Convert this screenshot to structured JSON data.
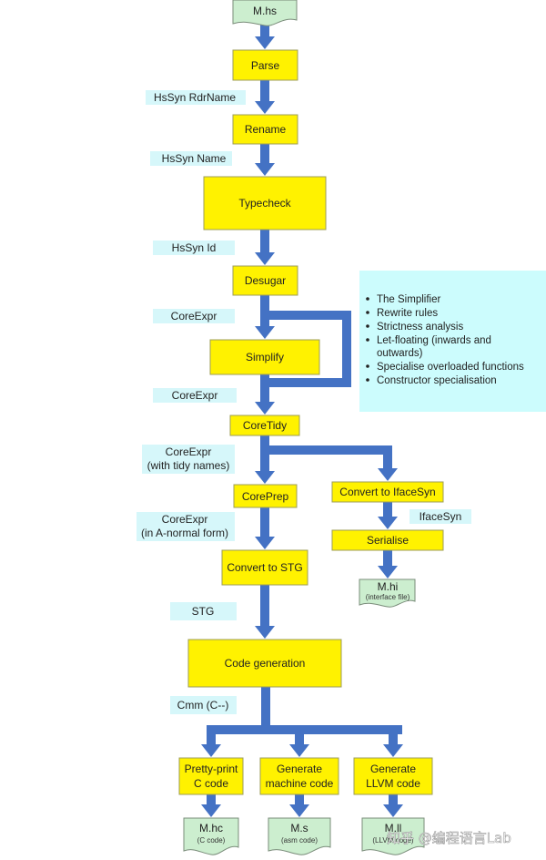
{
  "colors": {
    "arrow": "#4472C4",
    "process_fill": "#FFF200",
    "process_border": "#9C9C5A",
    "label_fill": "#D6F7FA",
    "note_fill": "#CCFCFD",
    "file_fill": "#CCEECF",
    "file_border": "#7A8C7A"
  },
  "source_file": {
    "name": "M.hs"
  },
  "stages": {
    "parse": "Parse",
    "rename": "Rename",
    "typecheck": "Typecheck",
    "desugar": "Desugar",
    "simplify": "Simplify",
    "coretidy": "CoreTidy",
    "coreprep": "CorePrep",
    "convert_stg": "Convert to STG",
    "codegen": "Code generation",
    "convert_iface": "Convert to IfaceSyn",
    "serialise": "Serialise",
    "pretty_print": [
      "Pretty-print",
      "C code"
    ],
    "gen_machine": [
      "Generate",
      "machine code"
    ],
    "gen_llvm": [
      "Generate",
      "LLVM  code"
    ]
  },
  "labels": {
    "hssyn_rdrname": "HsSyn RdrName",
    "hssyn_name": "HsSyn Name",
    "hssyn_id": "HsSyn Id",
    "coreexpr_1": "CoreExpr",
    "coreexpr_2": "CoreExpr",
    "coreexpr_tidy": [
      "CoreExpr",
      "(with tidy names)"
    ],
    "coreexpr_anf": [
      "CoreExpr",
      "(in A-normal form)"
    ],
    "stg": "STG",
    "cmm": "Cmm (C--)",
    "ifacesyn": "IfaceSyn"
  },
  "simplifier_notes": [
    "The Simplifier",
    "Rewrite rules",
    "Strictness analysis",
    "Let-floating (inwards and",
    "outwards)",
    "Specialise overloaded functions",
    "Constructor specialisation"
  ],
  "output_files": {
    "hi": {
      "name": "M.hi",
      "desc": "(interface file)"
    },
    "hc": {
      "name": "M.hc",
      "desc": "(C code)"
    },
    "s": {
      "name": "M.s",
      "desc": "(asm code)"
    },
    "ll": {
      "name": "M.ll",
      "desc": "(LLVM code)"
    }
  },
  "watermark": "知乎 @编程语言Lab"
}
